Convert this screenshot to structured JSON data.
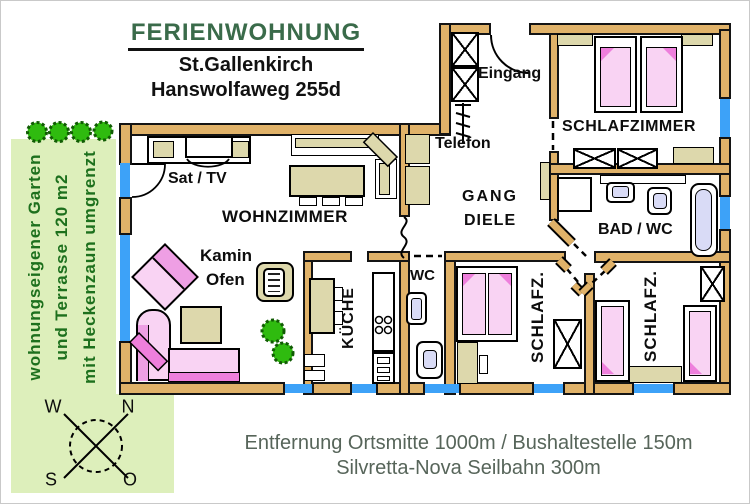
{
  "header": {
    "title": "FERIENWOHNUNG",
    "subtitle1": "St.Gallenkirch",
    "subtitle2": "Hanswolfaweg 255d"
  },
  "garden_note": {
    "line1": "wohnungseigener Garten",
    "line2": "und Terrasse 120 m2",
    "line3": "mit Heckenzaun umgrenzt"
  },
  "compass": {
    "west": "W",
    "north": "N",
    "south": "S",
    "east": "O"
  },
  "rooms": {
    "living": "WOHNZIMMER",
    "sat_tv": "Sat / TV",
    "kamin_line1": "Kamin",
    "kamin_line2": "Ofen",
    "kitchen": "KÜCHE",
    "wc": "WC",
    "entrance": "Eingang",
    "phone": "Telefon",
    "hall_line1": "GANG",
    "hall_line2": "DIELE",
    "bedroom_main": "SCHLAFZIMMER",
    "bath": "BAD / WC",
    "bedroom_small_1": "SCHLAFZ.",
    "bedroom_small_2": "SCHLAFZ."
  },
  "footer": {
    "line1": "Entfernung Ortsmitte 1000m / Bushaltestelle 150m",
    "line2": "Silvretta-Nova Seilbahn 300m"
  },
  "colors": {
    "wall": "#e0b269",
    "window": "#3da2f8",
    "garden_bg": "#ddefbb",
    "garden_text": "#1d701d",
    "title_green": "#3a6b4a",
    "footer_text": "#57655a",
    "bed_pink": "#f9d3f3",
    "pillow_pink": "#ee7fdc",
    "furniture_khaki": "#ddd8ac",
    "fixture_lavender": "#d9dbf6",
    "plant_green": "#2fbb0f"
  }
}
